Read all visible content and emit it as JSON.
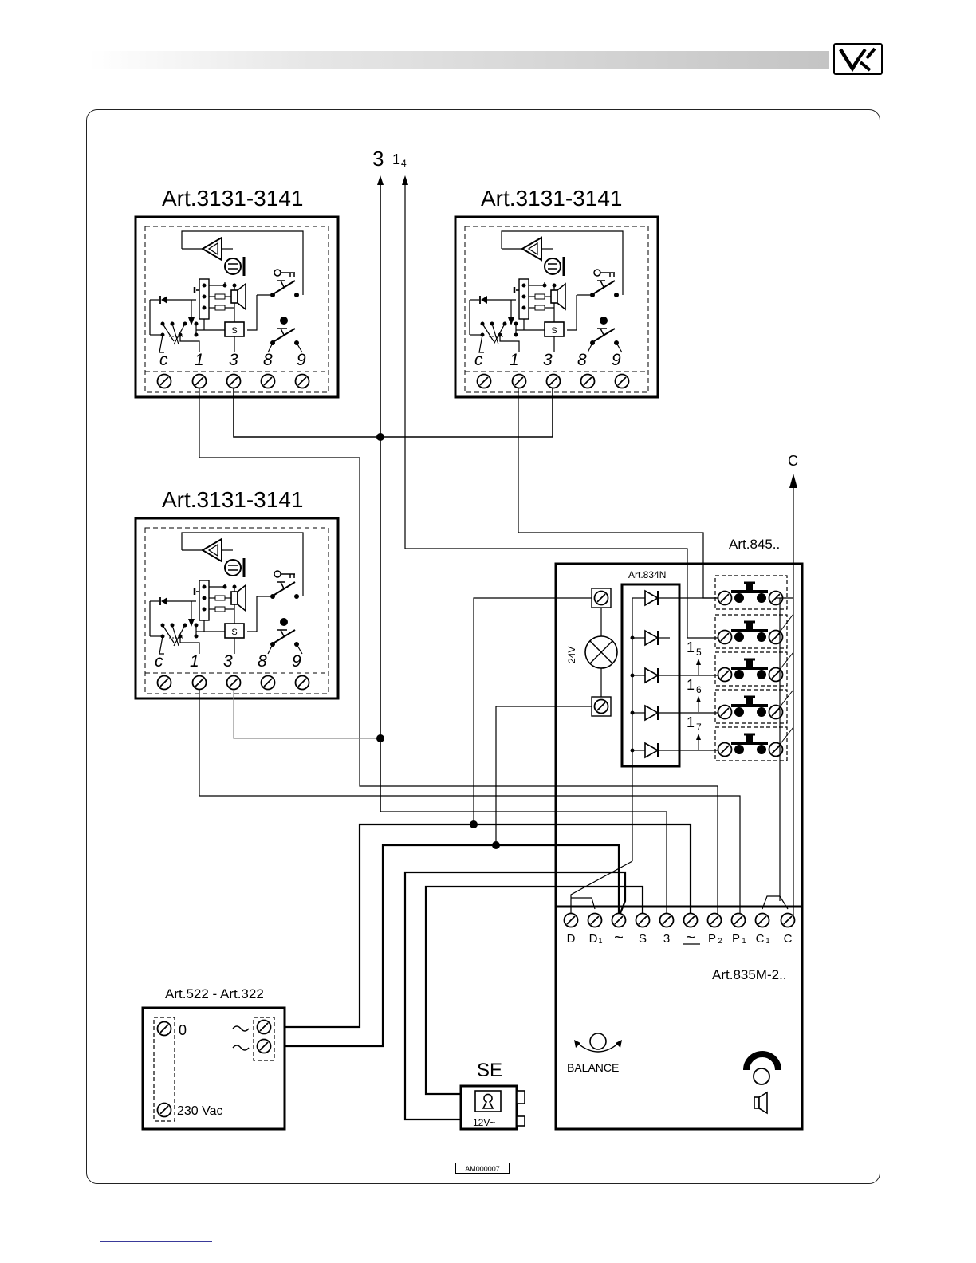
{
  "header": {
    "logo_text": "VX"
  },
  "labels": {
    "riser_3": "3",
    "riser_1": "1",
    "riser_1_sub": "4",
    "riser_c": "C",
    "unit_a_title": "Art.3131-3141",
    "unit_b_title": "Art.3131-3141",
    "unit_c_title": "Art.3131-3141",
    "art845": "Art.845..",
    "art834": "Art.834N",
    "lamp_voltage": "24V",
    "out_1_5": "1",
    "out_1_5_sub": "5",
    "out_1_6": "1",
    "out_1_6_sub": "6",
    "out_1_7": "1",
    "out_1_7_sub": "7",
    "art835": "Art.835M-2..",
    "balance": "BALANCE",
    "art522": "Art.522 - Art.322",
    "psu_zero": "0",
    "psu_mains": "230 Vac",
    "se_title": "SE",
    "se_voltage": "12V~",
    "drawing_code": "AM000007"
  },
  "unit_terminals": [
    "c",
    "1",
    "3",
    "8",
    "9"
  ],
  "panel_terminals": [
    {
      "main": "D",
      "sub": ""
    },
    {
      "main": "D",
      "sub": "1"
    },
    {
      "main": "~",
      "sub": ""
    },
    {
      "main": "S",
      "sub": ""
    },
    {
      "main": "3",
      "sub": ""
    },
    {
      "main": "~",
      "sub": ""
    },
    {
      "main": "P",
      "sub": "2"
    },
    {
      "main": "P",
      "sub": "1"
    },
    {
      "main": "C",
      "sub": "1"
    },
    {
      "main": "C",
      "sub": ""
    }
  ]
}
